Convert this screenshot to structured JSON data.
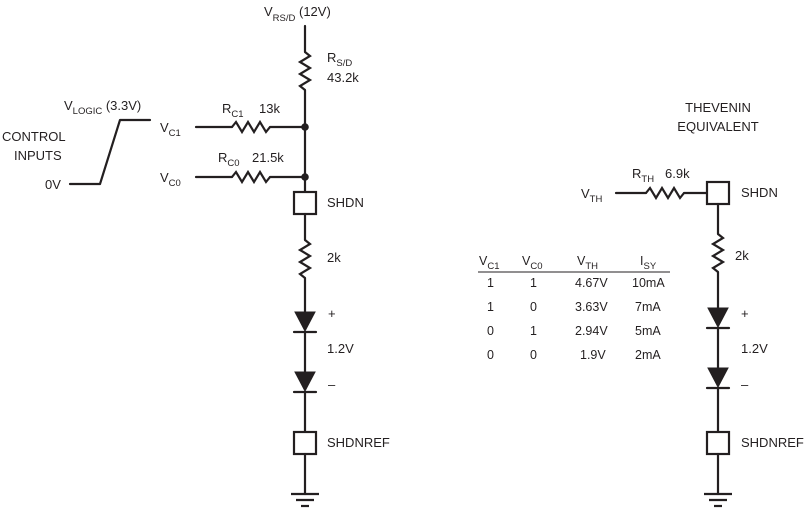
{
  "left_circuit": {
    "supply_label": {
      "main": "V",
      "sub": "RS/D",
      "suffix": " (12V)"
    },
    "rsd": {
      "name_main": "R",
      "name_sub": "S/D",
      "value": "43.2k"
    },
    "vlogic": {
      "main": "V",
      "sub": "LOGIC",
      "suffix": " (3.3V)"
    },
    "control_inputs": [
      "CONTROL",
      "INPUTS"
    ],
    "zero_v": "0V",
    "vc1": {
      "main": "V",
      "sub": "C1"
    },
    "vc0": {
      "main": "V",
      "sub": "C0"
    },
    "rc1": {
      "name_main": "R",
      "name_sub": "C1",
      "value": "13k"
    },
    "rc0": {
      "name_main": "R",
      "name_sub": "C0",
      "value": "21.5k"
    },
    "shdn": "SHDN",
    "r2k": "2k",
    "plus": "+",
    "minus": "–",
    "voltage": "1.2V",
    "shdnref": "SHDNREF"
  },
  "thevenin": {
    "title": [
      "THEVENIN",
      "EQUIVALENT"
    ],
    "vth": {
      "main": "V",
      "sub": "TH"
    },
    "rth": {
      "name_main": "R",
      "name_sub": "TH",
      "value": "6.9k"
    },
    "shdn": "SHDN",
    "r2k": "2k",
    "plus": "+",
    "minus": "–",
    "voltage": "1.2V",
    "shdnref": "SHDNREF"
  },
  "table": {
    "headers": [
      {
        "main": "V",
        "sub": "C1"
      },
      {
        "main": "V",
        "sub": "C0"
      },
      {
        "main": "V",
        "sub": "TH"
      },
      {
        "main": "I",
        "sub": "SY"
      }
    ],
    "rows": [
      [
        "1",
        "1",
        "4.67V",
        "10mA"
      ],
      [
        "1",
        "0",
        "3.63V",
        "7mA"
      ],
      [
        "0",
        "1",
        "2.94V",
        "5mA"
      ],
      [
        "0",
        "0",
        "1.9V",
        "2mA"
      ]
    ]
  }
}
